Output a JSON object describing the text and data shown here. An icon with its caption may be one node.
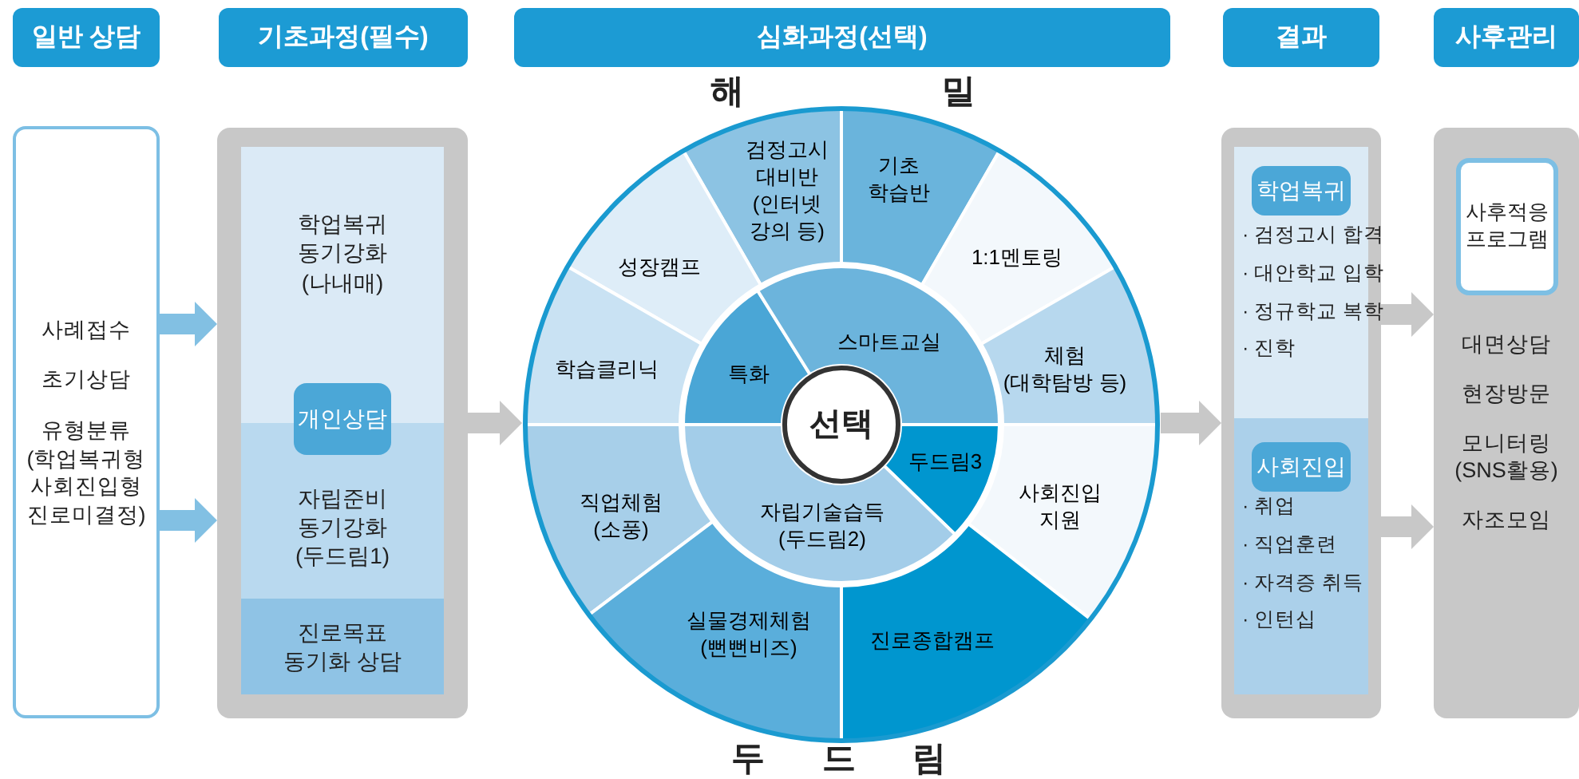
{
  "diagram": {
    "nodes": [
      {
        "text": [
          "일반 상담"
        ]
      },
      {
        "text": [
          "기초과정(필수)"
        ]
      },
      {
        "text": [
          "심화과정(선택)"
        ]
      },
      {
        "text": [
          "결과"
        ]
      },
      {
        "text": [
          "사후관리"
        ]
      },
      {
        "text": [
          "사례접수",
          "초기상담",
          "유형분류 (학업복귀형 사회진입형 진로미결정)"
        ]
      },
      {
        "text": [],
        "shape": "box"
      },
      {
        "text": [
          "학업복귀 동기강화 (나내매)"
        ],
        "in": 6
      },
      {
        "text": [
          "자립준비 동기강화 (두드림1)"
        ],
        "in": 6
      },
      {
        "text": [
          "개인상담"
        ],
        "in": 6
      },
      {
        "text": [
          "진로목표 동기화 상담"
        ],
        "in": 6
      },
      {
        "text": [],
        "shape": "circle",
        "beside": [
          "해 밀",
          "두 드 림"
        ]
      },
      {
        "text": [
          "검정고시 대비반 (인터넷 강의 등)"
        ],
        "in": 11
      },
      {
        "text": [
          "기초 학습반"
        ],
        "in": 11
      },
      {
        "text": [
          "성장캠프"
        ],
        "in": 11
      },
      {
        "text": [
          "1:1멘토링"
        ],
        "in": 11
      },
      {
        "text": [
          "학습클리닉"
        ],
        "in": 11
      },
      {
        "text": [
          "체험 (대학탐방 등)"
        ],
        "in": 11
      },
      {
        "text": [
          "직업체험 (소풍)"
        ],
        "in": 11
      },
      {
        "text": [
          "사회진입 지원"
        ],
        "in": 11
      },
      {
        "text": [
          "실물경제체험 (뻔뻔비즈)"
        ],
        "in": 11
      },
      {
        "text": [
          "진로종합캠프"
        ],
        "in": 11
      },
      {
        "text": [
          "특화"
        ],
        "in": 11
      },
      {
        "text": [
          "스마트교실"
        ],
        "in": 11
      },
      {
        "text": [
          "선택"
        ],
        "in": 11
      },
      {
        "text": [
          "두드림3"
        ],
        "in": 11
      },
      {
        "text": [
          "자립기술습득 (두드림2)"
        ],
        "in": 11
      },
      {
        "text": [],
        "shape": "box"
      },
      {
        "text": [
          "· 검정고시 합격",
          "· 대안학교 입학",
          "· 정규학교 복학",
          "· 진학"
        ],
        "in": 27
      },
      {
        "text": [
          "학업복귀"
        ],
        "in": 28
      },
      {
        "text": [
          "· 취업",
          "· 직업훈련",
          "· 자격증 취득",
          "· 인턴십"
        ],
        "in": 27
      },
      {
        "text": [
          "사회진입"
        ],
        "in": 30
      },
      {
        "text": [
          "대면상담",
          "현장방문",
          "모니터링 (SNS활용)",
          "자조모임"
        ]
      },
      {
        "text": [
          "사후적응 프로그램"
        ],
        "in": 32
      }
    ],
    "edges": [
      {
        "from": 5,
        "to": 6,
        "arrow": "to",
        "color": "#82c0e3"
      },
      {
        "from": 5,
        "to": 6,
        "arrow": "to",
        "color": "#82c0e3"
      },
      {
        "from": 6,
        "to": 11,
        "arrow": "to"
      },
      {
        "from": 11,
        "to": 27,
        "arrow": "to"
      },
      {
        "from": 28,
        "to": 32,
        "arrow": "to"
      },
      {
        "from": 30,
        "to": 32,
        "arrow": "to"
      }
    ]
  }
}
